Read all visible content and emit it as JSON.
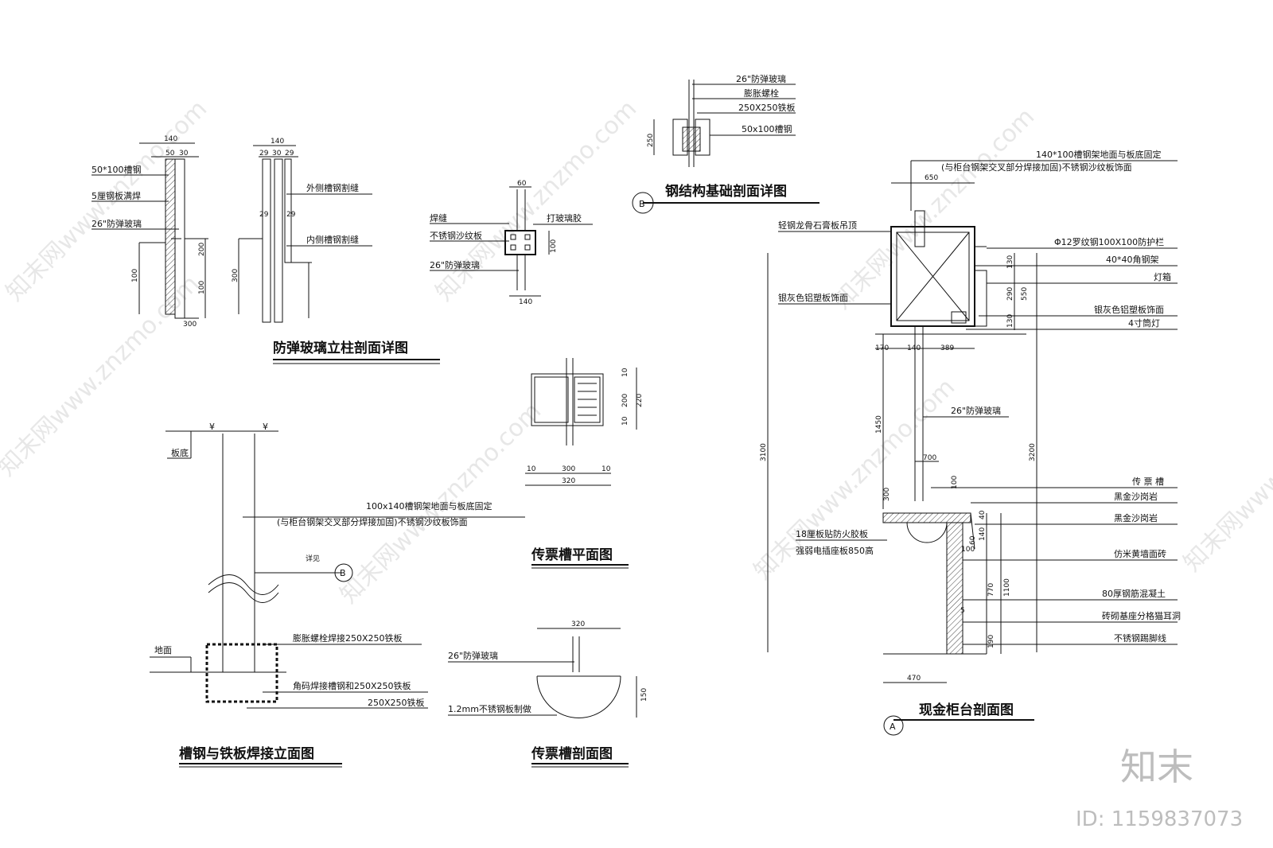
{
  "brand": {
    "logo_text": "知末",
    "id_text": "ID: 1159837073",
    "watermark_text": "知末网www.znzmo.com"
  },
  "colors": {
    "line": "#111111",
    "watermark": "#d4d4d4"
  },
  "drawings": {
    "column_detail": {
      "title": "防弹玻璃立柱剖面详图",
      "labels": [
        "50*100槽钢",
        "5厘钢板满焊",
        "26\"防弹玻璃",
        "外侧槽钢割缝",
        "内侧槽钢割缝"
      ],
      "dims": [
        "140",
        "50",
        "30",
        "140",
        "29",
        "30",
        "29",
        "29",
        "29",
        "300",
        "100",
        "200",
        "100",
        "300"
      ]
    },
    "glass_joint": {
      "labels": [
        "焊缝",
        "不锈钢沙纹板",
        "26\"防弹玻璃",
        "打玻璃胶"
      ],
      "dims": [
        "60",
        "100",
        "140"
      ]
    },
    "foundation_detail": {
      "title": "钢结构基础剖面详图",
      "marker": "B",
      "labels": [
        "26\"防弹玻璃",
        "膨胀螺栓",
        "250X250铁板",
        "50x100槽钢"
      ],
      "dims": [
        "250"
      ]
    },
    "ticket_plan": {
      "title": "传票槽平面图",
      "dims": [
        "10",
        "200",
        "220",
        "10",
        "10",
        "300",
        "10",
        "320"
      ]
    },
    "ticket_section": {
      "title": "传票槽剖面图",
      "labels": [
        "26\"防弹玻璃",
        "1.2mm不锈钢板制做"
      ],
      "dims": [
        "320",
        "150"
      ]
    },
    "weld_elevation": {
      "title": "槽钢与铁板焊接立面图",
      "labels": [
        "板底",
        "100x140槽钢架地面与板底固定",
        "(与柜台钢架交叉部分焊接加固)不锈钢沙纹板饰面",
        "详见",
        "地面",
        "膨胀螺栓焊接250X250铁板",
        "角码焊接槽钢和250X250铁板",
        "250X250铁板"
      ],
      "marker": "B"
    },
    "counter_section": {
      "title": "现金柜台剖面图",
      "marker": "A",
      "labels_left": [
        "轻钢龙骨石膏板吊顶",
        "银灰色铝塑板饰面",
        "18厘板贴防火胶板",
        "强弱电插座板850高"
      ],
      "labels_top": [
        "140*100槽钢架地面与板底固定",
        "(与柜台钢架交叉部分焊接加固)不锈钢沙纹板饰面"
      ],
      "labels_right": [
        "Φ12罗纹钢100X100防护栏",
        "40*40角钢架",
        "灯箱",
        "银灰色铝塑板饰面",
        "4寸筒灯",
        "传  票  槽",
        "黑金沙岗岩",
        "黑金沙岗岩",
        "仿米黄墙面砖",
        "80厚钢筋混凝土",
        "砖砌基座分格猫耳洞",
        "不锈钢踢脚线"
      ],
      "glass_label": "26\"防弹玻璃",
      "dims": [
        "650",
        "130",
        "290",
        "550",
        "130",
        "170",
        "140",
        "389",
        "1450",
        "3100",
        "3200",
        "700",
        "100",
        "300",
        "140",
        "40",
        "60",
        "100",
        "770",
        "1100",
        "190",
        "5",
        "470"
      ]
    }
  }
}
